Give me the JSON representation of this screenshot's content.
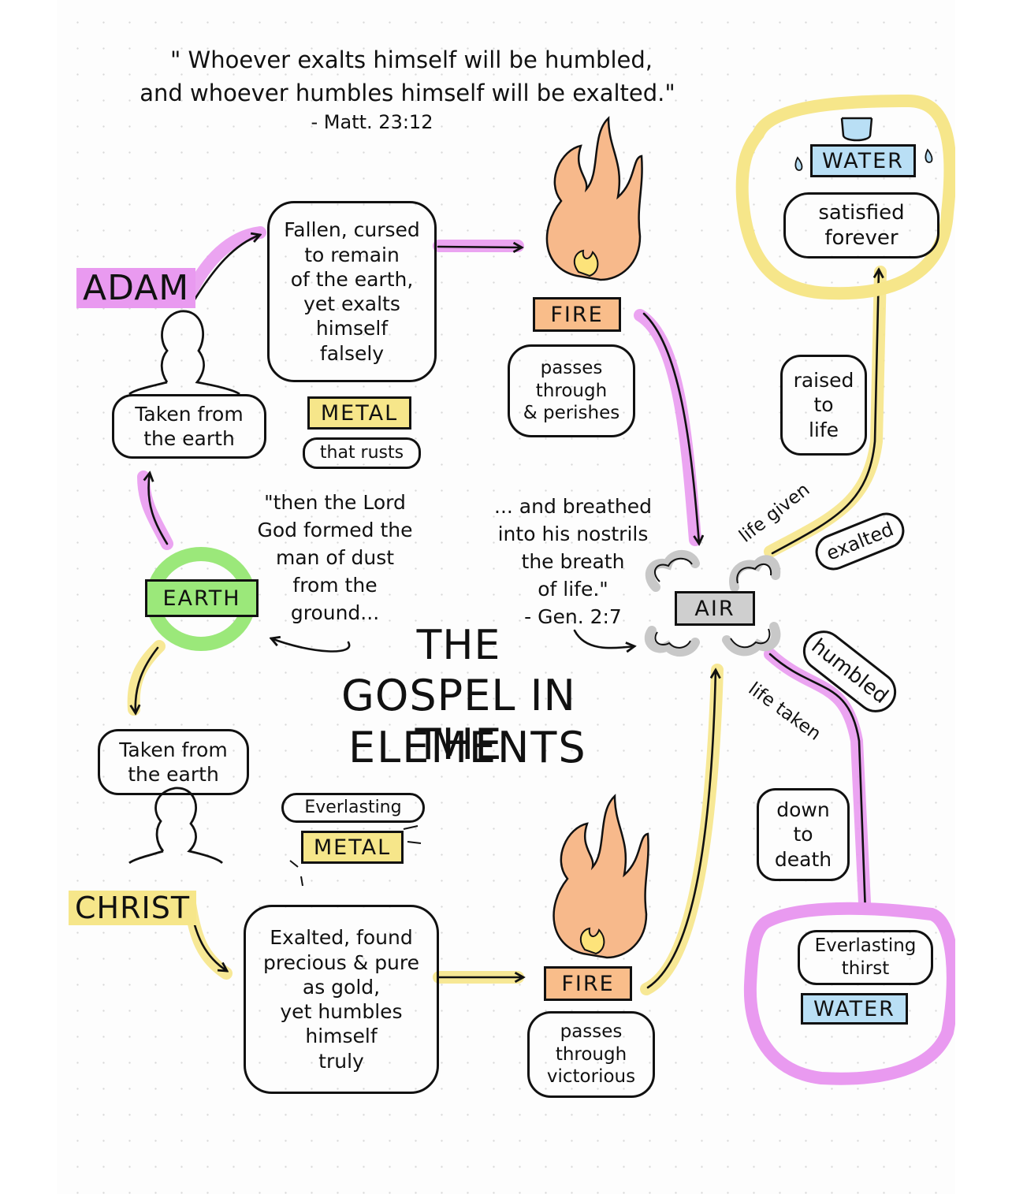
{
  "colors": {
    "adam_path": "#e99af0",
    "christ_path": "#f6e68a",
    "earth_ring": "#9be87a",
    "fire_label": "#f9bd8a",
    "flame": "#f7b98b",
    "flame_inner": "#fde37a",
    "water_label": "#b9dff5",
    "metal_label": "#f6e68a",
    "air_label": "#cfcfcf",
    "cloud": "#c8c8c8"
  },
  "header_quote": {
    "line1": "\" Whoever exalts himself will be humbled,",
    "line2": "and whoever humbles himself will be exalted.\"",
    "citation": "- Matt. 23:12"
  },
  "title": {
    "line1": "THE",
    "line2": "GOSPEL IN THE",
    "line3": "ELEMENTS"
  },
  "adam": {
    "name": "ADAM",
    "origin": "Taken from\nthe earth",
    "state": "Fallen, cursed\nto remain\nof the earth,\nyet exalts\nhimself\nfalsely",
    "metal_label": "METAL",
    "metal_desc": "that rusts",
    "fire_label": "FIRE",
    "fire_desc": "passes\nthrough\n& perishes"
  },
  "christ": {
    "name": "CHRIST",
    "origin": "Taken from\nthe earth",
    "metal_prefix": "Everlasting",
    "metal_label": "METAL",
    "state": "Exalted, found\nprecious & pure\nas gold,\nyet humbles\nhimself\ntruly",
    "fire_label": "FIRE",
    "fire_desc": "passes\nthrough\nvictorious"
  },
  "earth": {
    "label": "EARTH"
  },
  "air": {
    "label": "AIR"
  },
  "genesis_left": "\"then the Lord\nGod formed the\nman of dust\nfrom the\nground...",
  "genesis_right": "... and breathed\ninto his nostrils\nthe breath\nof life.\"\n- Gen. 2:7",
  "upper_right": {
    "water_label": "WATER",
    "water_desc": "satisfied\nforever",
    "raised": "raised\nto\nlife",
    "life_given": "life given",
    "exalted": "exalted"
  },
  "lower_right": {
    "humbled": "humbled",
    "life_taken": "life taken",
    "down": "down\nto\ndeath",
    "thirst": "Everlasting\nthirst",
    "water_label": "WATER"
  }
}
